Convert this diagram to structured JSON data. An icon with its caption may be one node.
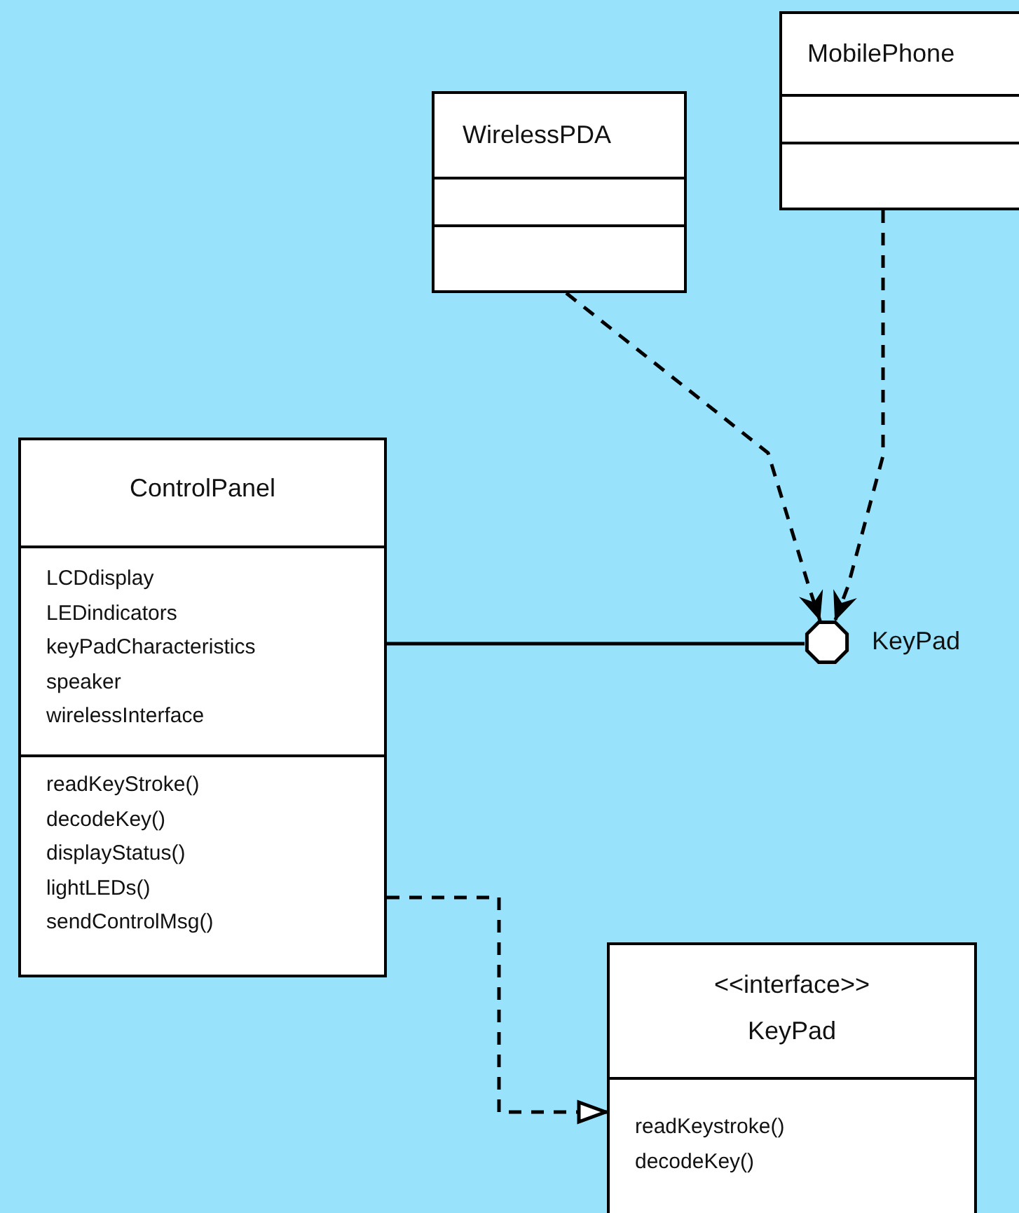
{
  "diagram": {
    "nodes": [
      {
        "text": [
          "MobilePhone"
        ]
      },
      {
        "text": [
          "WirelessPDA"
        ]
      },
      {
        "text": [
          "ControlPanel",
          "LCDdisplay",
          "LEDindicators",
          "keyPadCharacteristics",
          "speaker",
          "wirelessInterface",
          "readKeyStroke()",
          "decodeKey()",
          "displayStatus()",
          "lightLEDs()",
          "sendControlMsg()"
        ]
      },
      {
        "text": [],
        "shape": "circle",
        "beside": [
          "KeyPad"
        ]
      },
      {
        "text": [
          "<<interface>>",
          "KeyPad",
          "readKeystroke()",
          "decodeKey()"
        ]
      }
    ],
    "edges": [
      {
        "from": 1,
        "to": 3,
        "arrow": "to",
        "style": "dashed"
      },
      {
        "from": 0,
        "to": 3,
        "arrow": "to",
        "style": "dashed"
      },
      {
        "from": 2,
        "to": 3,
        "arrow": "none"
      },
      {
        "from": 2,
        "to": 4,
        "arrow": "to",
        "style": "dashed"
      }
    ]
  }
}
